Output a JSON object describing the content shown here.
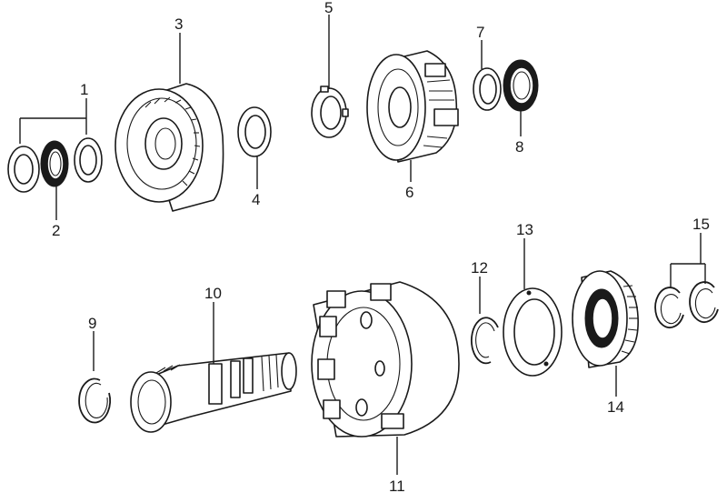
{
  "colors": {
    "ink": "#1a1a1a",
    "background": "#ffffff"
  },
  "callouts": [
    "1",
    "2",
    "3",
    "4",
    "5",
    "6",
    "7",
    "8",
    "9",
    "10",
    "11",
    "12",
    "13",
    "14",
    "15"
  ]
}
